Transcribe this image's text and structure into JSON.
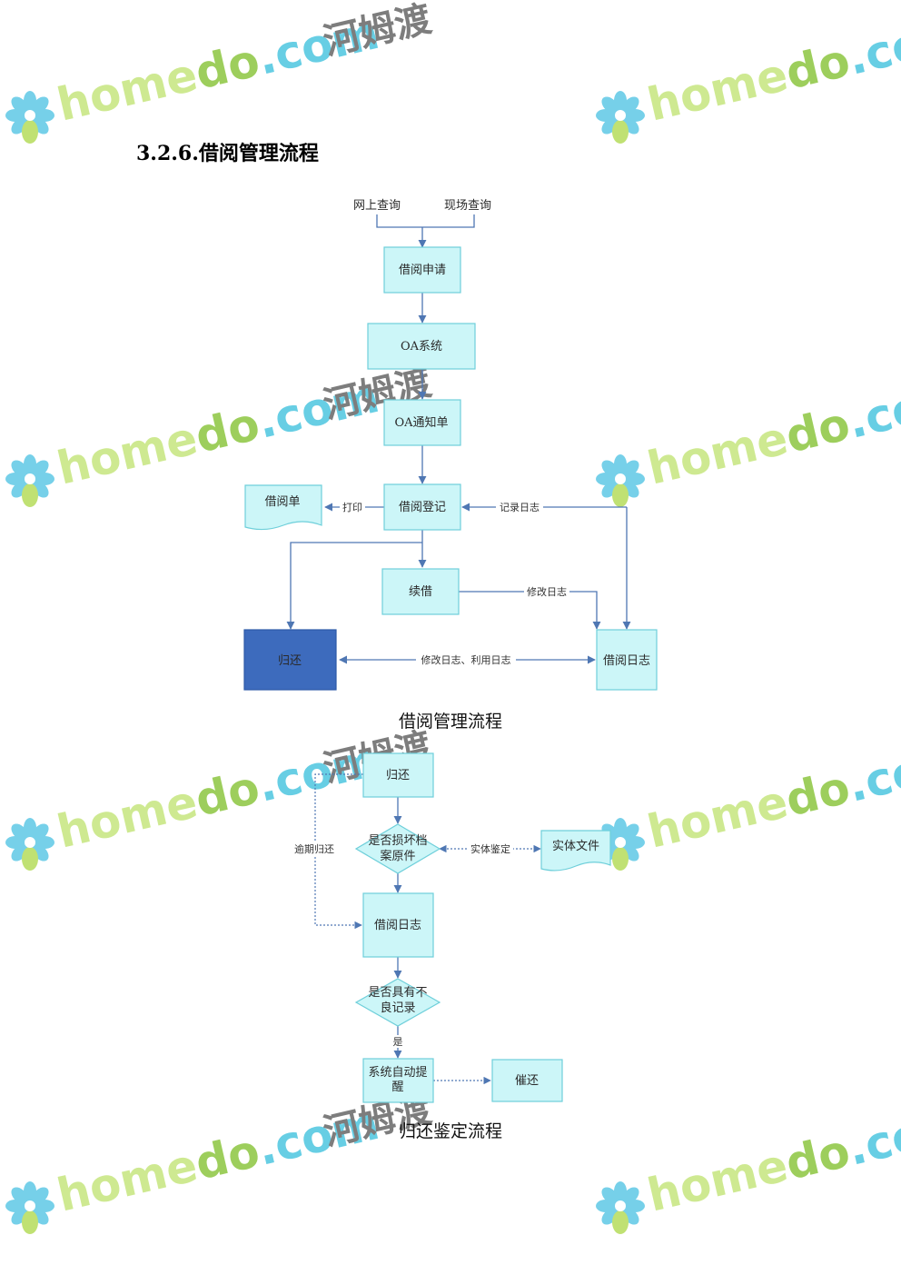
{
  "heading": "3.2.6.借阅管理流程",
  "flow1": {
    "nodes": {
      "online_query": "网上查询",
      "onsite_query": "现场查询",
      "apply": "借阅申请",
      "oa_system": "OA系统",
      "oa_notice": "OA通知单",
      "register": "借阅登记",
      "borrow_form": "借阅单",
      "renew": "续借",
      "return": "归还",
      "borrow_log": "借阅日志"
    },
    "edges": {
      "print": "打印",
      "record_log": "记录日志",
      "modify_log": "修改日志",
      "modify_use_log": "修改日志、利用日志"
    },
    "caption": "借阅管理流程"
  },
  "flow2": {
    "nodes": {
      "return": "归还",
      "damaged_q_line1": "是否损坏档",
      "damaged_q_line2": "案原件",
      "physical_file": "实体文件",
      "borrow_log": "借阅日志",
      "bad_record_q_line1": "是否具有不",
      "bad_record_q_line2": "良记录",
      "auto_remind_line1": "系统自动提",
      "auto_remind_line2": "醒",
      "urge_return": "催还"
    },
    "edges": {
      "overdue_return": "逾期归还",
      "physical_check": "实体鉴定",
      "yes": "是"
    },
    "caption": "归还鉴定流程"
  },
  "watermark": {
    "brand_left": "home",
    "brand_mid": "do",
    "brand_right": ".com",
    "cn": "河姆渡",
    "colors": {
      "light_green": "#c6e67e",
      "green": "#8cc63f",
      "teal": "#4cc6e0",
      "gray": "#666666"
    }
  },
  "colors": {
    "box_fill": "#ccf6f8",
    "box_stroke": "#6ecfda",
    "line": "#4f77b3",
    "return_box": "#3d6bbd"
  }
}
